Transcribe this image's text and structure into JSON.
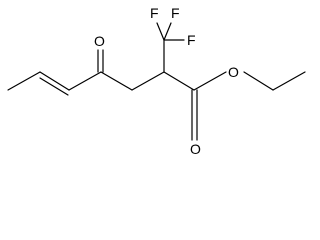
{
  "molecule": {
    "atoms": {
      "f_top_left": "F",
      "f_top_mid": "F",
      "f_right": "F",
      "o_ketone": "O",
      "o_ester_single": "O",
      "o_ester_double": "O"
    }
  }
}
